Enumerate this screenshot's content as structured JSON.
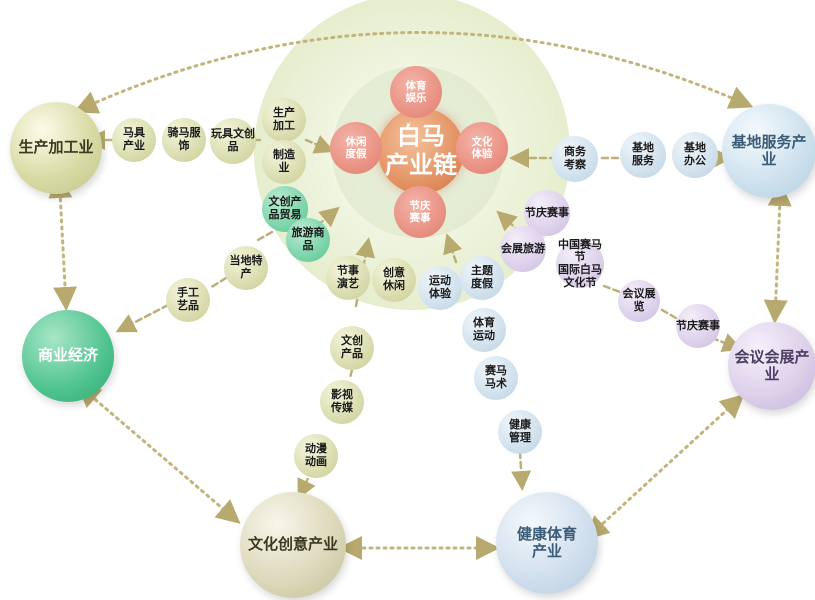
{
  "center": {
    "title_line1": "白马",
    "title_line2": "产业链"
  },
  "petals": {
    "top": "体育娱乐",
    "left": "休闲度假",
    "right": "文化体验",
    "bottom": "节庆赛事"
  },
  "industries": {
    "production": "生产加工业",
    "base_service": "基地服务产业",
    "commerce": "商业经济",
    "exhibition": "会议会展产业",
    "culture": "文化创意产业",
    "health": "健康体育产业"
  },
  "production_chain": [
    "马具产业",
    "骑马服饰",
    "玩具文创品",
    "生产加工",
    "制造业"
  ],
  "commerce_chain": [
    "手工艺品",
    "当地特产",
    "文创产品贸易",
    "旅游商品"
  ],
  "culture_chain": [
    "节事演艺",
    "创意休闲",
    "文创产品",
    "影视传媒",
    "动漫动画"
  ],
  "health_chain": [
    "运动体验",
    "主题度假",
    "体育运动",
    "赛马马术",
    "健康管理"
  ],
  "base_chain": [
    "商务考察",
    "基地服务",
    "基地办公"
  ],
  "exhibition_chain": [
    "节庆赛事",
    "会展旅游",
    "中国赛马节",
    "国际白马文化节",
    "会议展览",
    "节庆赛事"
  ],
  "colors": {
    "olive": "#c4c78e",
    "blue": "#bcd6e6",
    "green": "#4ec28e",
    "purple": "#cfc2e0",
    "petal": "#e48474",
    "center": "#e0905c"
  }
}
